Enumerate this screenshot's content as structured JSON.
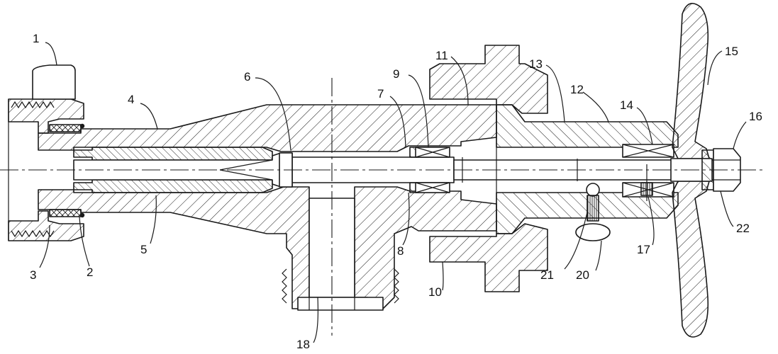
{
  "callouts": [
    {
      "id": "c1",
      "text": "1"
    },
    {
      "id": "c2",
      "text": "2"
    },
    {
      "id": "c3",
      "text": "3"
    },
    {
      "id": "c4",
      "text": "4"
    },
    {
      "id": "c5",
      "text": "5"
    },
    {
      "id": "c6",
      "text": "6"
    },
    {
      "id": "c7",
      "text": "7"
    },
    {
      "id": "c8",
      "text": "8"
    },
    {
      "id": "c9",
      "text": "9"
    },
    {
      "id": "c10",
      "text": "10"
    },
    {
      "id": "c11",
      "text": "11"
    },
    {
      "id": "c12",
      "text": "12"
    },
    {
      "id": "c13",
      "text": "13"
    },
    {
      "id": "c14",
      "text": "14"
    },
    {
      "id": "c15",
      "text": "15"
    },
    {
      "id": "c16",
      "text": "16"
    },
    {
      "id": "c17",
      "text": "17"
    },
    {
      "id": "c18",
      "text": "18"
    },
    {
      "id": "c20",
      "text": "20"
    },
    {
      "id": "c21",
      "text": "21"
    },
    {
      "id": "c22",
      "text": "22"
    }
  ],
  "colors": {
    "line": "#1a1a1a",
    "background": "#ffffff"
  }
}
